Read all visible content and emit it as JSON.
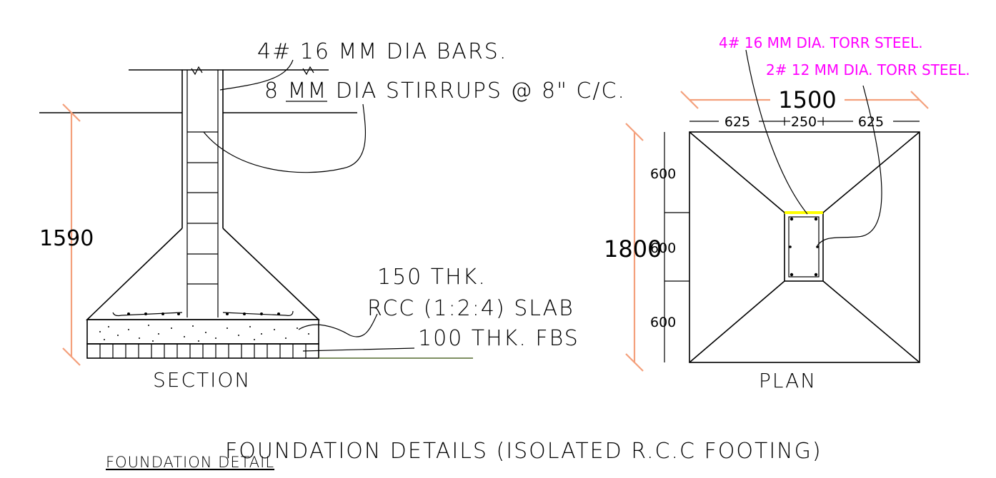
{
  "colors": {
    "line": "#000000",
    "dimension": "#f4a07c",
    "callout_magenta": "#ff00ff",
    "highlight_yellow": "#ffff00",
    "ground_green": "#556b2f"
  },
  "section": {
    "label": "SECTION",
    "height_dim": "1590",
    "callouts": {
      "bars": "4# 16 MM DIA BARS.",
      "stirrups": "8 MM DIA STIRRUPS @ 8\" C/C.",
      "slab_line1": "150 THK.",
      "slab_line2": "RCC (1:2:4) SLAB",
      "fbs": "100 THK. FBS"
    }
  },
  "plan": {
    "label": "PLAN",
    "width_dim": "1500",
    "height_dim": "1800",
    "sub_widths": [
      "625",
      "250",
      "625"
    ],
    "sub_heights": [
      "600",
      "600",
      "600"
    ],
    "callouts": {
      "steel_16": "4# 16 MM DIA. TORR STEEL.",
      "steel_12": "2# 12 MM DIA. TORR STEEL."
    }
  },
  "footer": {
    "title": "FOUNDATION DETAILS (ISOLATED R.C.C FOOTING)",
    "caption": "FOUNDATION  DETAIL"
  }
}
